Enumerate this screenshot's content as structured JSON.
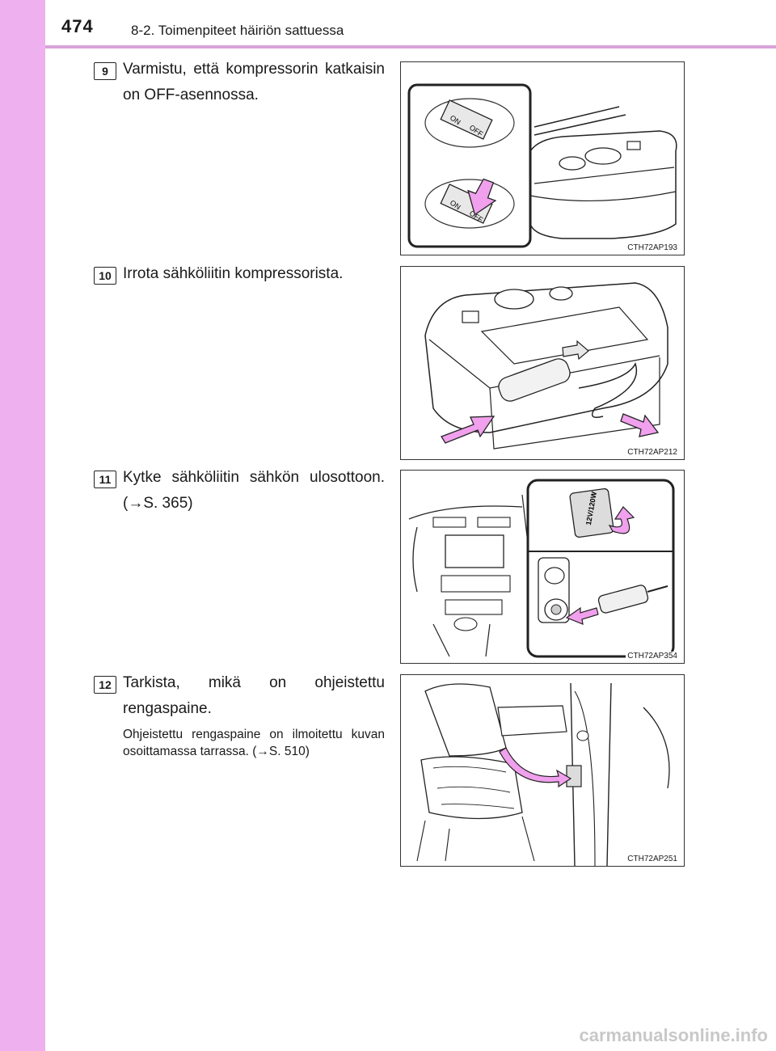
{
  "header": {
    "page_number": "474",
    "section": "8-2. Toimenpiteet häiriön sattuessa"
  },
  "steps": [
    {
      "number": "9",
      "text": "Varmistu, että kompressorin katkaisin on OFF-asennossa.",
      "figure_code": "CTH72AP193",
      "figure_labels": {
        "on": "ON",
        "off": "OFF"
      }
    },
    {
      "number": "10",
      "text": "Irrota sähköliitin kompressorista.",
      "figure_code": "CTH72AP212"
    },
    {
      "number": "11",
      "text": "Kytke sähköliitin sähkön ulosot­toon. (→S. 365)",
      "figure_code": "CTH72AP354",
      "figure_labels": {
        "socket_cover": "12V/120W"
      }
    },
    {
      "number": "12",
      "text": "Tarkista, mikä on ohjeistettu rengaspaine.",
      "note": "Ohjeistettu rengaspaine on ilmoi­tettu kuvan osoittamassa tarrassa. (→S. 510)",
      "figure_code": "CTH72AP251"
    }
  ],
  "footer": {
    "watermark": "carmanualsonline.info"
  },
  "colors": {
    "sidebar": "#efb0ef",
    "header_rule": "#d9a2d9",
    "arrow": "#f0a0ec"
  }
}
